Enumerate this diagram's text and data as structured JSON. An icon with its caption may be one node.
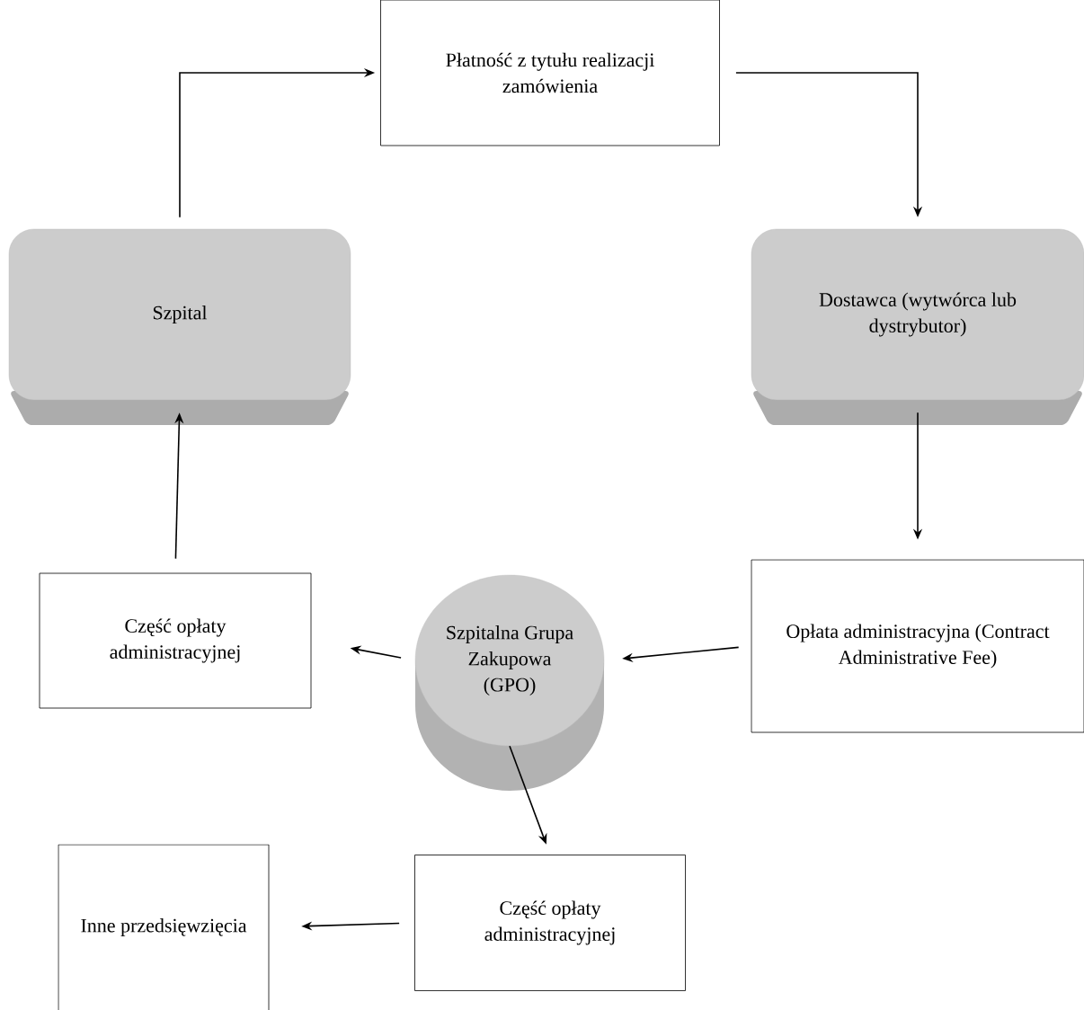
{
  "diagram": {
    "nodes": [
      {
        "text": [
          "Płatność z tytułu realizacji zamówienia"
        ]
      },
      {
        "text": [
          "Szpital"
        ]
      },
      {
        "text": [
          "Dostawca (wytwórca lub dystrybutor)"
        ]
      },
      {
        "text": [
          "Część opłaty administracyjnej"
        ]
      },
      {
        "text": [
          "Szpitalna Grupa Zakupowa (GPO)"
        ]
      },
      {
        "text": [
          "Opłata administracyjna (Contract Administrative Fee)"
        ]
      },
      {
        "text": [
          "Inne przedsięwzięcia"
        ]
      },
      {
        "text": [
          "Część opłaty administracyjnej"
        ]
      }
    ],
    "edges": [
      {
        "from": 1,
        "to": 0,
        "arrow": "to"
      },
      {
        "from": 0,
        "to": 2,
        "arrow": "to"
      },
      {
        "from": 2,
        "to": 5,
        "arrow": "to"
      },
      {
        "from": 5,
        "to": 4,
        "arrow": "to"
      },
      {
        "from": 4,
        "to": 3,
        "arrow": "to"
      },
      {
        "from": 3,
        "to": 1,
        "arrow": "to"
      },
      {
        "from": 4,
        "to": 7,
        "arrow": "to"
      },
      {
        "from": 7,
        "to": 6,
        "arrow": "to"
      }
    ]
  }
}
